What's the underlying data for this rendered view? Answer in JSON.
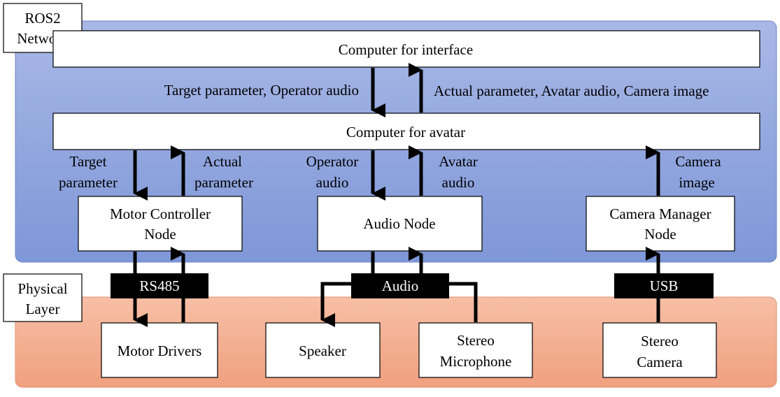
{
  "regions": {
    "ros2": {
      "label_line1": "ROS2",
      "label_line2": "Network",
      "color": "#8da2dc"
    },
    "physical": {
      "label_line1": "Physical",
      "label_line2": "Layer",
      "color": "#f4a98a"
    }
  },
  "boxes": {
    "computer_interface": "Computer for interface",
    "computer_avatar": "Computer for avatar",
    "motor_controller_line1": "Motor Controller",
    "motor_controller_line2": "Node",
    "audio_node": "Audio Node",
    "camera_manager_line1": "Camera Manager",
    "camera_manager_line2": "Node",
    "motor_drivers": "Motor Drivers",
    "speaker": "Speaker",
    "stereo_microphone_line1": "Stereo",
    "stereo_microphone_line2": "Microphone",
    "stereo_camera_line1": "Stereo",
    "stereo_camera_line2": "Camera"
  },
  "labels": {
    "down_top": "Target parameter, Operator audio",
    "up_top": "Actual parameter, Avatar audio, Camera image",
    "target_line1": "Target",
    "target_line2": "parameter",
    "actual_line1": "Actual",
    "actual_line2": "parameter",
    "operator_line1": "Operator",
    "operator_line2": "audio",
    "avatar_line1": "Avatar",
    "avatar_line2": "audio",
    "camera_line1": "Camera",
    "camera_line2": "image"
  },
  "buses": {
    "rs485": "RS485",
    "audio": "Audio",
    "usb": "USB"
  }
}
